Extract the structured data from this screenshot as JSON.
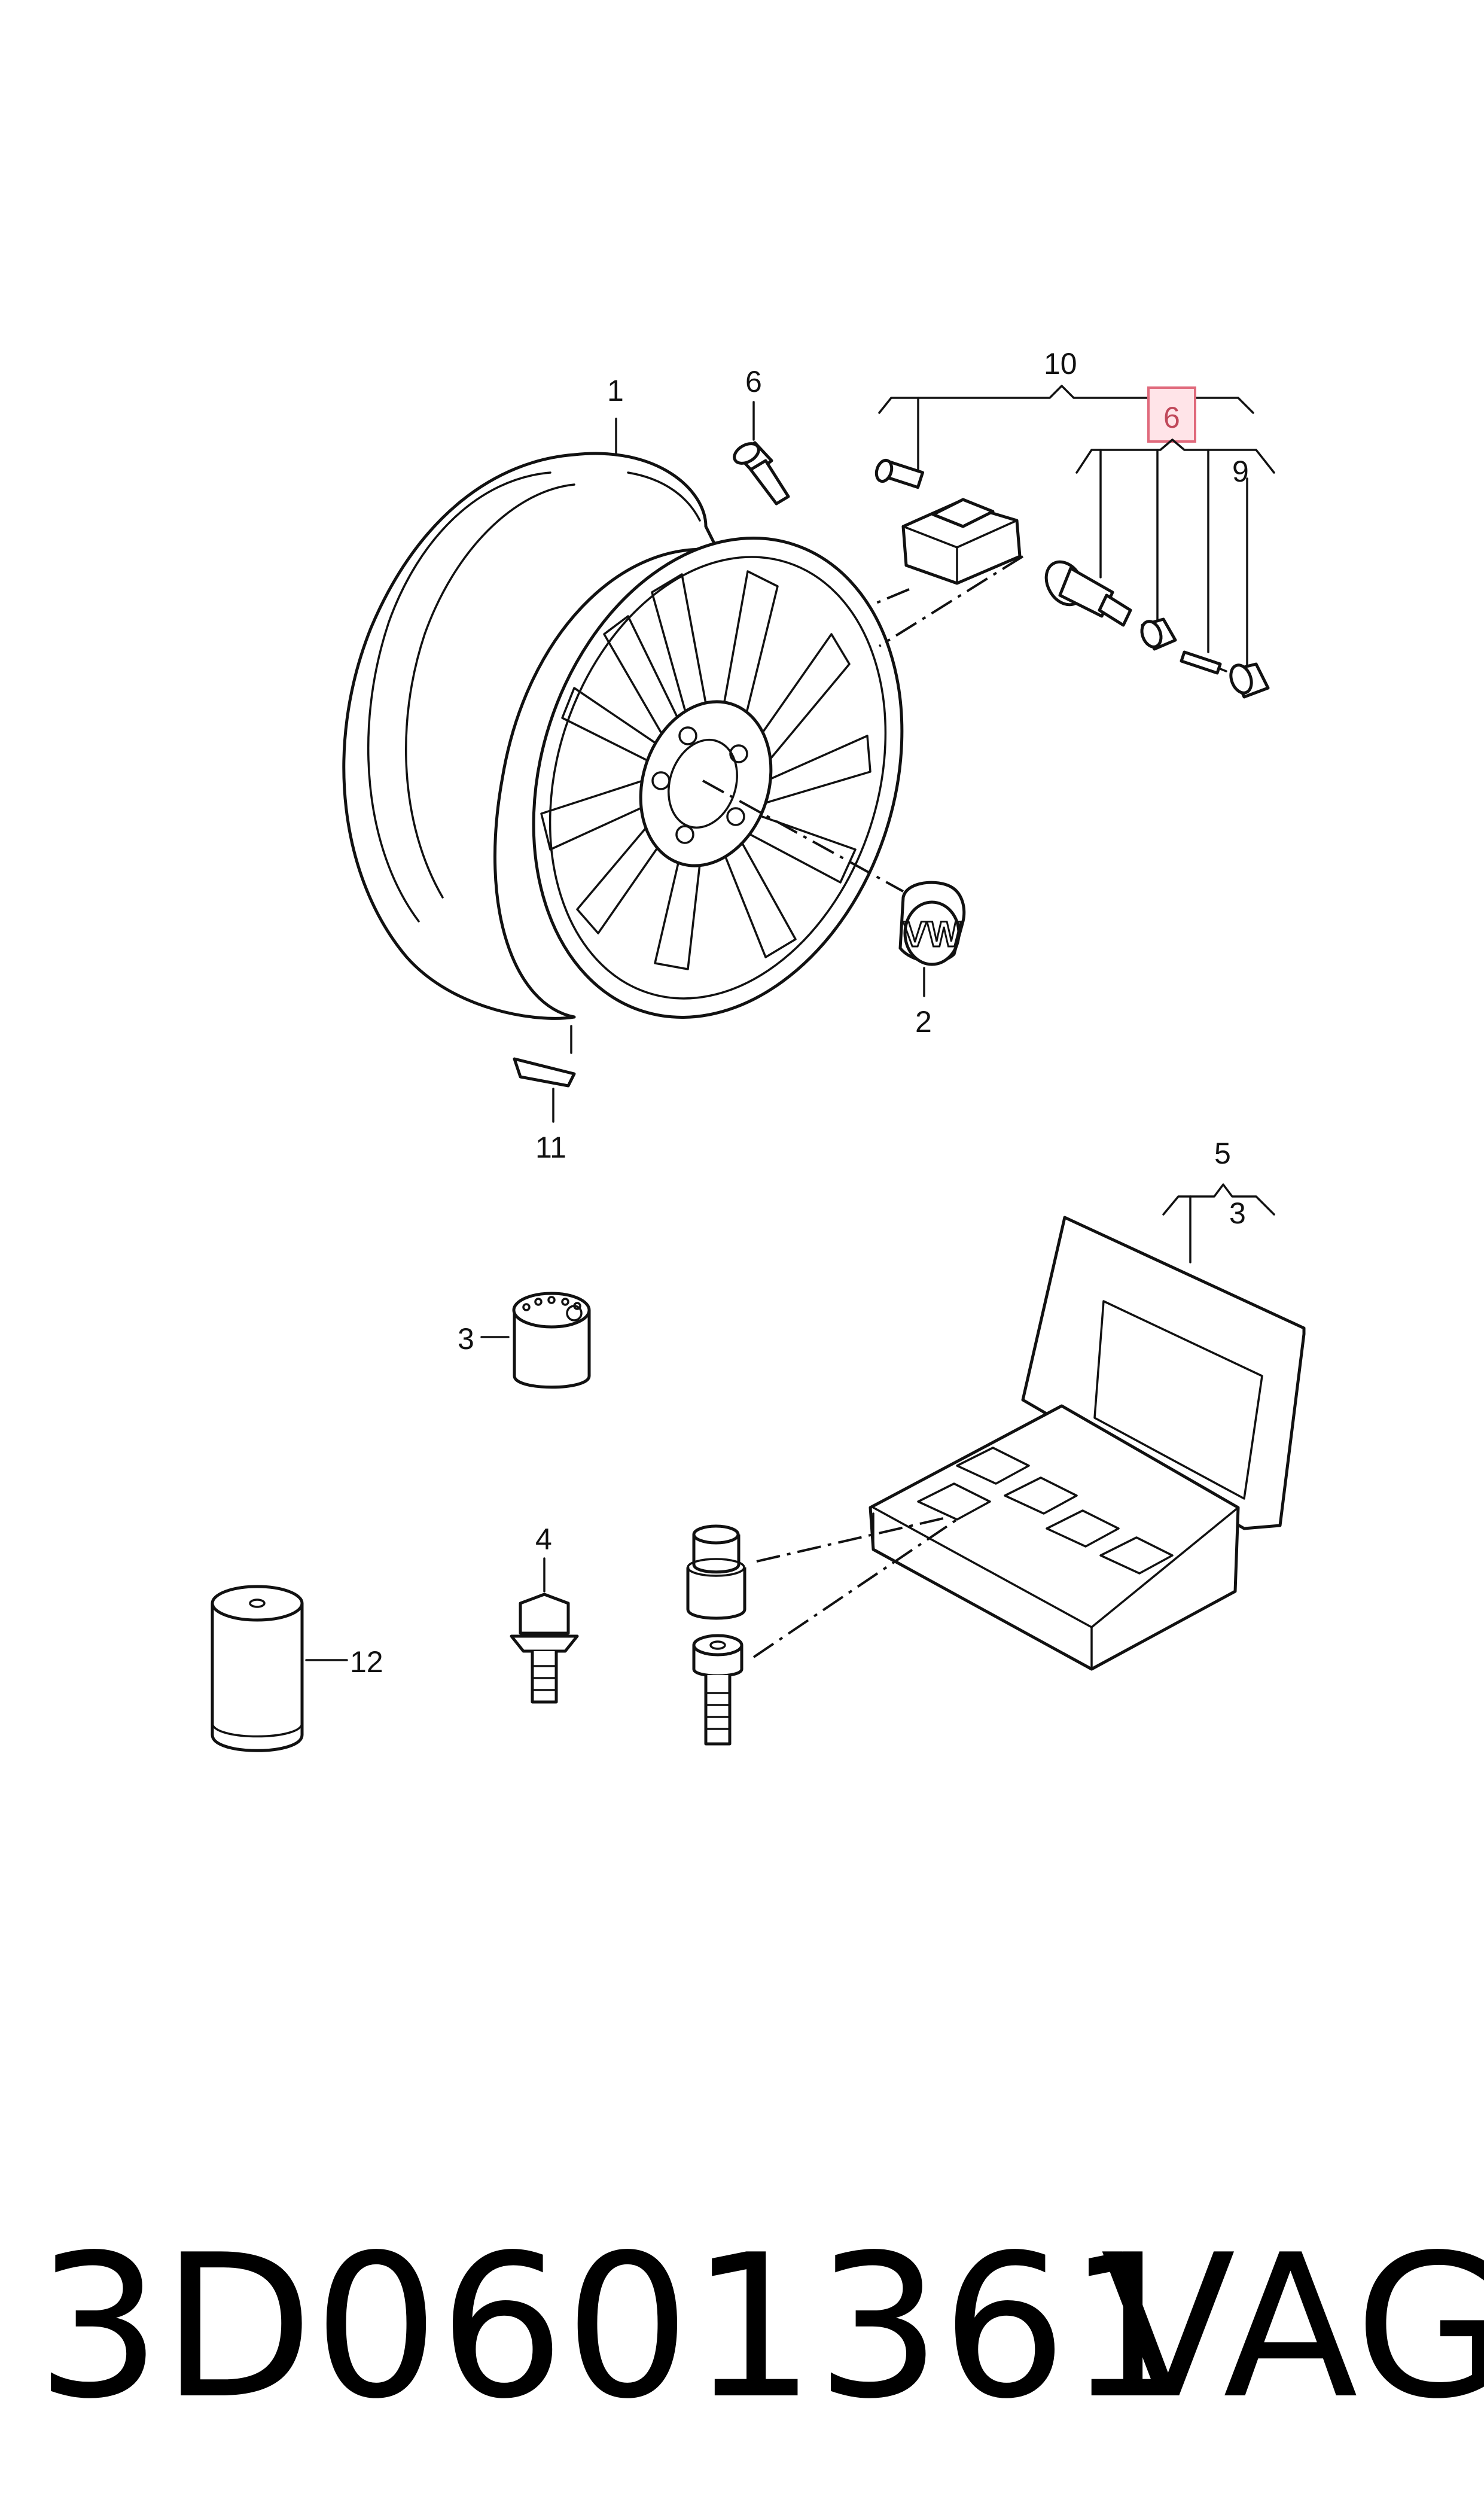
{
  "callouts": {
    "c1": "1",
    "c2": "2",
    "c3a": "3",
    "c3b": "3",
    "c4": "4",
    "c5": "5",
    "c6a": "6",
    "c6b": "6",
    "c9": "9",
    "c10": "10",
    "c11": "11",
    "c12": "12"
  },
  "highlighted_callout": "6",
  "footer": {
    "part_number": "3D0601361",
    "brand": "VAG"
  },
  "logo": "VW"
}
